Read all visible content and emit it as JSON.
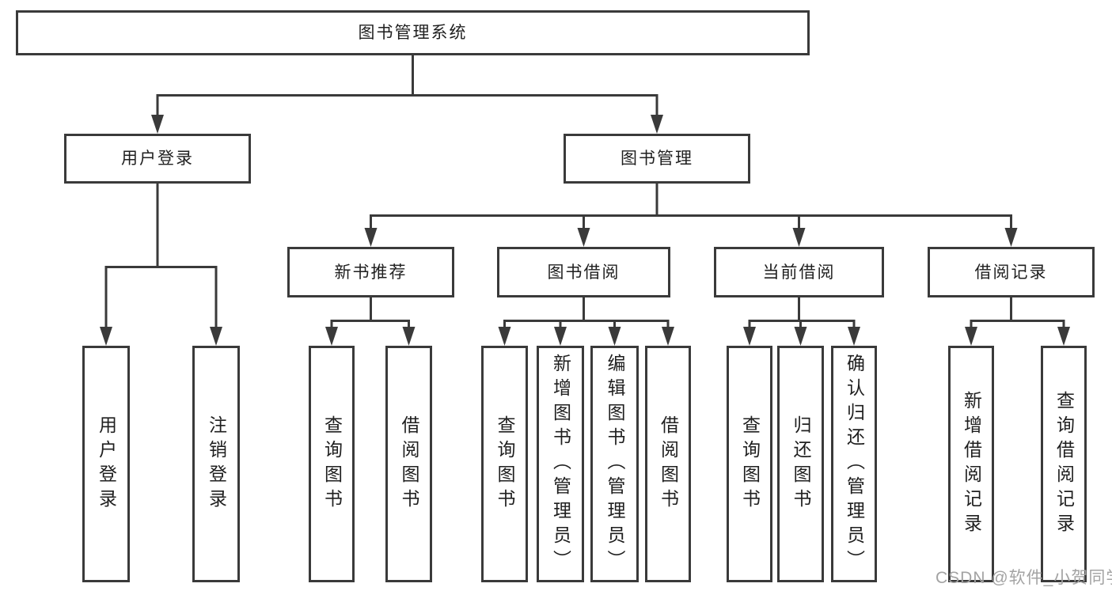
{
  "root": {
    "label": "图书管理系统"
  },
  "user_login": {
    "label": "用户登录",
    "children": [
      {
        "label": "用户登录"
      },
      {
        "label": "注销登录"
      }
    ]
  },
  "book_mgmt": {
    "label": "图书管理",
    "groups": [
      {
        "label": "新书推荐",
        "children": [
          {
            "label": "查询图书"
          },
          {
            "label": "借阅图书"
          }
        ]
      },
      {
        "label": "图书借阅",
        "children": [
          {
            "label": "查询图书"
          },
          {
            "label": "新增图书（管理员）"
          },
          {
            "label": "编辑图书（管理员）"
          },
          {
            "label": "借阅图书"
          }
        ]
      },
      {
        "label": "当前借阅",
        "children": [
          {
            "label": "查询图书"
          },
          {
            "label": "归还图书"
          },
          {
            "label": "确认归还（管理员）"
          }
        ]
      },
      {
        "label": "借阅记录",
        "children": [
          {
            "label": "新增借阅记录"
          },
          {
            "label": "查询借阅记录"
          }
        ]
      }
    ]
  },
  "watermark": {
    "text": "CSDN @软件_小贺同学"
  },
  "colors": {
    "line": "#3a3a3a",
    "text": "#1f1f1f",
    "watermark": "#a3a3a3",
    "background": "#ffffff"
  }
}
